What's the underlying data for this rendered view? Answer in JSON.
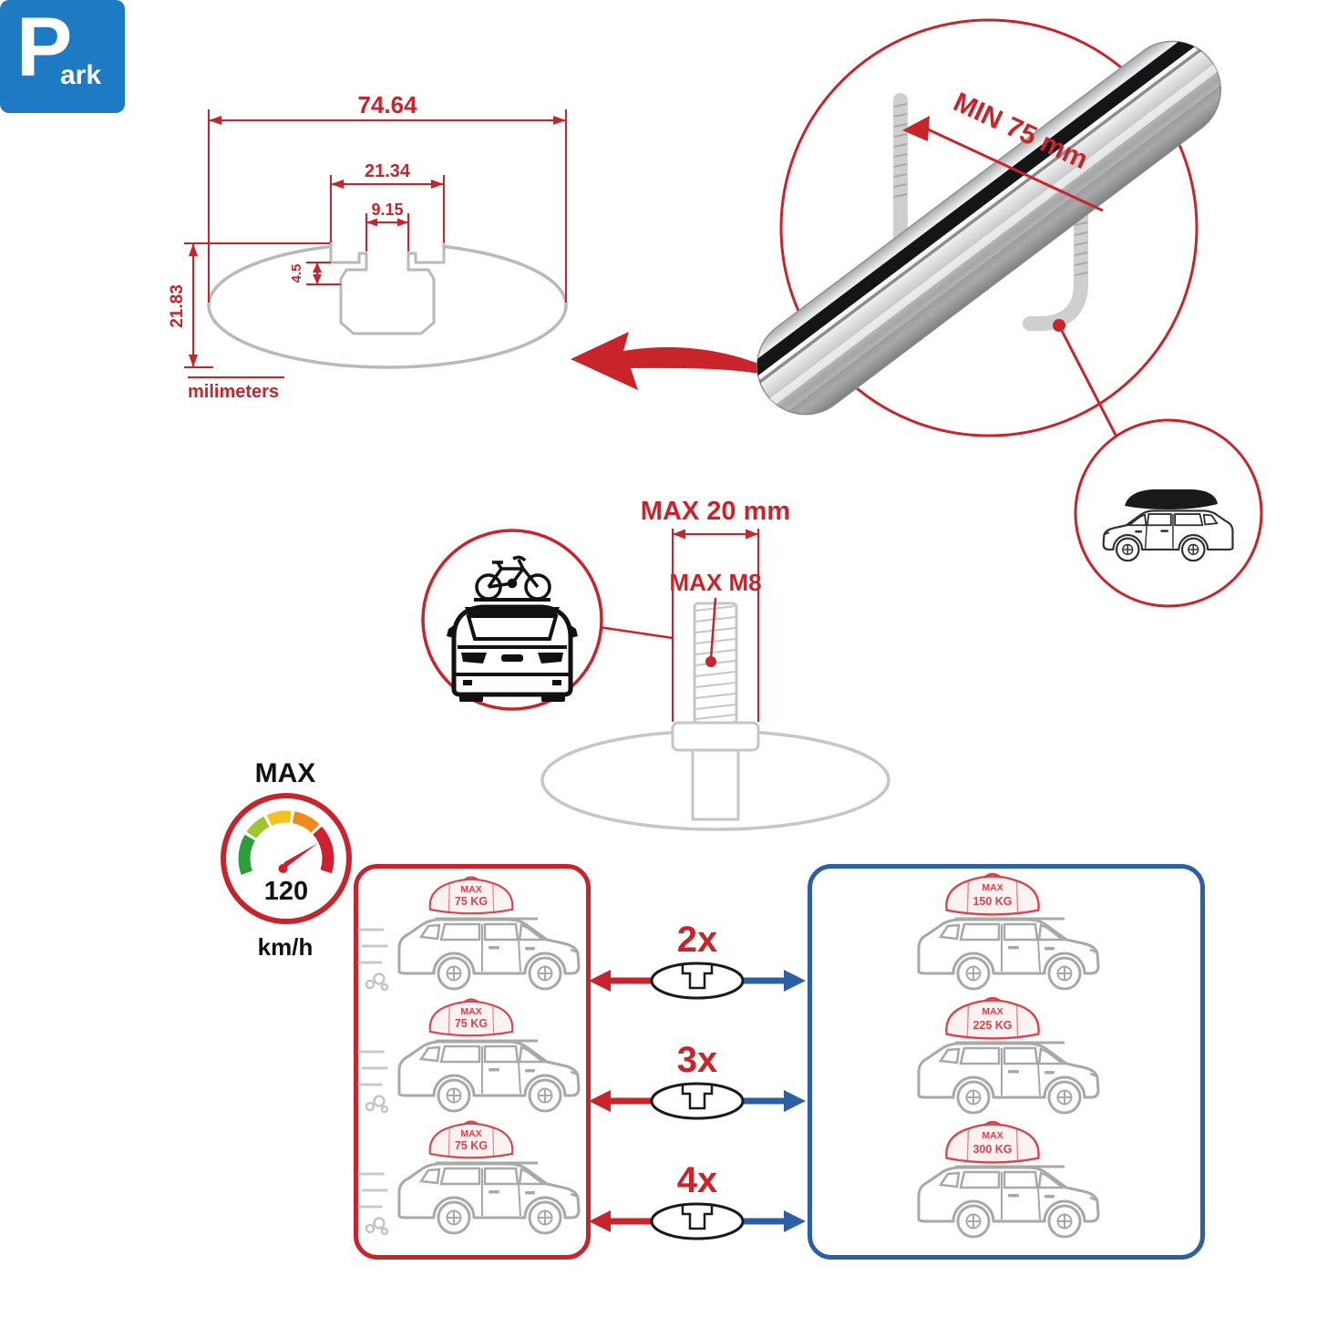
{
  "palette": {
    "red": "#c9242b",
    "blue_border": "#2d5fa5",
    "park_blue": "#1e7ac2",
    "drawing_gray": "#b9b9b9"
  },
  "cross_section": {
    "total_width": "74.64",
    "slot_outer_width": "21.34",
    "slot_inner_width": "9.15",
    "lip_depth": "4.5",
    "total_height": "21.83",
    "units_label": "milimeters"
  },
  "clamp": {
    "min_span_label": "MIN 75 mm"
  },
  "bolt": {
    "max_length_label": "MAX 20 mm",
    "max_thread_label": "MAX M8"
  },
  "speedometer": {
    "title": "MAX",
    "value": "120",
    "unit": "km/h"
  },
  "park_sign": {
    "letter": "P",
    "suffix": "ark"
  },
  "driving_panel": {
    "cars": [
      {
        "load_label": "MAX",
        "load_value": "75 KG"
      },
      {
        "load_label": "MAX",
        "load_value": "75 KG"
      },
      {
        "load_label": "MAX",
        "load_value": "75 KG"
      }
    ]
  },
  "bar_counts": [
    {
      "count": "2x"
    },
    {
      "count": "3x"
    },
    {
      "count": "4x"
    }
  ],
  "parked_panel": {
    "cars": [
      {
        "load_label": "MAX",
        "load_value": "150 KG"
      },
      {
        "load_label": "MAX",
        "load_value": "225 KG"
      },
      {
        "load_label": "MAX",
        "load_value": "300 KG"
      }
    ]
  }
}
